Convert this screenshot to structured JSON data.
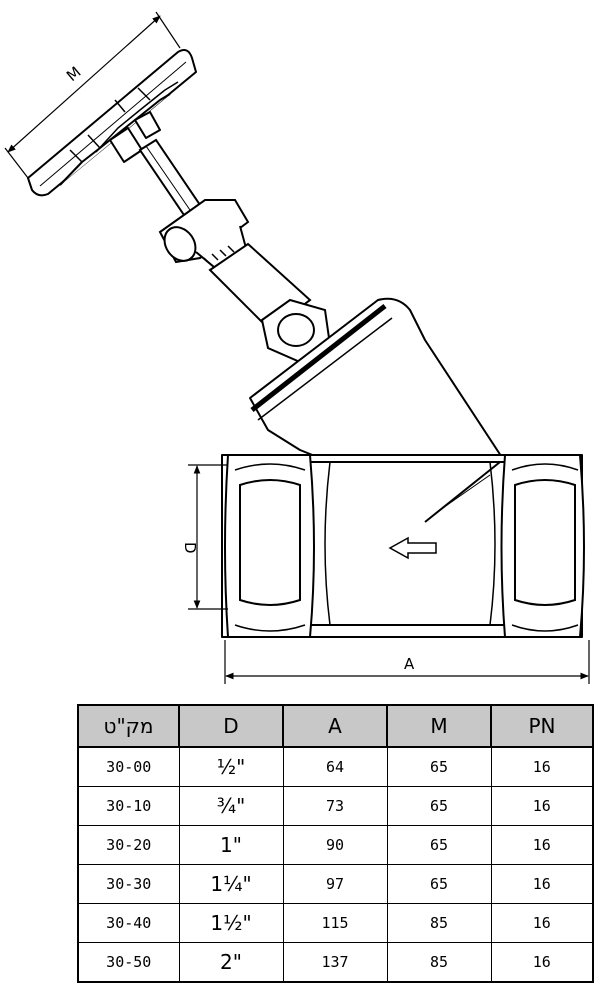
{
  "dimensions": {
    "m_label": "M",
    "d_label": "D",
    "a_label": "A"
  },
  "table": {
    "headers": [
      "מק\"ט",
      "D",
      "A",
      "M",
      "PN"
    ],
    "rows": [
      [
        "30-00",
        "½\"",
        "64",
        "65",
        "16"
      ],
      [
        "30-10",
        "¾\"",
        "73",
        "65",
        "16"
      ],
      [
        "30-20",
        "1\"",
        "90",
        "65",
        "16"
      ],
      [
        "30-30",
        "1¼\"",
        "97",
        "65",
        "16"
      ],
      [
        "30-40",
        "1½\"",
        "115",
        "85",
        "16"
      ],
      [
        "30-50",
        "2\"",
        "137",
        "85",
        "16"
      ]
    ]
  }
}
